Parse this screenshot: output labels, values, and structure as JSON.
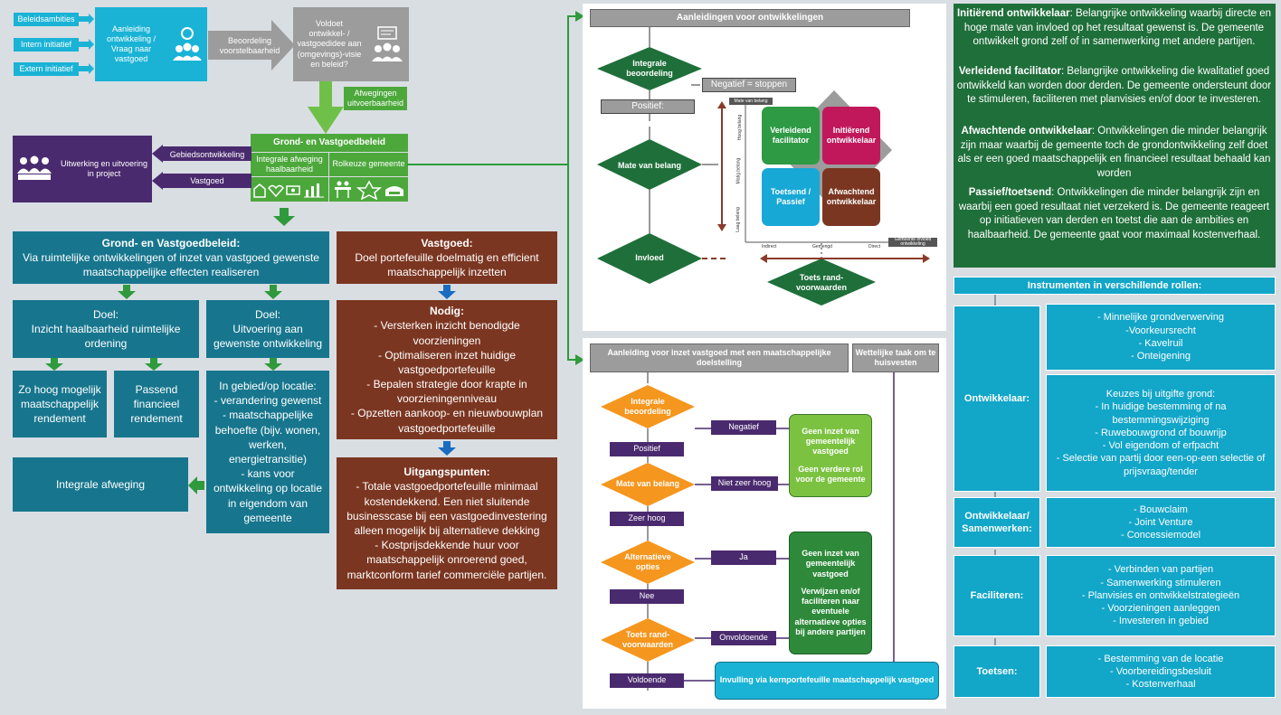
{
  "top_flow": {
    "inputs": [
      "Beleidsambities",
      "Intern initiatief",
      "Extern initiatief"
    ],
    "aanleiding": "Aanleiding ontwikkeling / Vraag naar vastgoed",
    "beoordeling": "Beoordeling voorstelbaarheid",
    "voldoet": "Voldoet ontwikkel- / vastgoedidee aan (omgevings)-visie en beleid?",
    "afwegingen": "Afwegingen uitvoerbaarheid"
  },
  "beleid": {
    "title": "Grond- en Vastgoedbeleid",
    "integrale": "Integrale afweging haalbaarheid",
    "rolkeuze": "Rolkeuze gemeente",
    "gebiedsontwikkeling": "Gebiedsontwikkeling",
    "vastgoed": "Vastgoed",
    "uitwerking": "Uitwerking en uitvoering in project"
  },
  "left_tree": {
    "header": "Grond- en Vastgoedbeleid:",
    "header_text": "Via ruimtelijke ontwikkelingen of inzet van vastgoed gewenste maatschappelijke effecten realiseren",
    "doel1_title": "Doel:",
    "doel1_text": "Inzicht haalbaarheid ruimtelijke ordening",
    "doel2_title": "Doel:",
    "doel2_text": "Uitvoering aan gewenste ontwikkeling",
    "zo_hoog": "Zo hoog mogelijk maatschappelijk rendement",
    "passend": "Passend financieel rendement",
    "integrale": "Integrale afweging",
    "gebied_lines": [
      "In gebied/op locatie:",
      "- verandering gewenst",
      "- maatschappelijke behoefte (bijv. wonen, werken, energietransitie)",
      "- kans voor ontwikkeling op locatie in eigendom van gemeente"
    ]
  },
  "vastgoed_col": {
    "title": "Vastgoed:",
    "text": "Doel portefeuille doelmatig en efficient maatschappelijk inzetten",
    "nodig_title": "Nodig:",
    "nodig_lines": [
      "- Versterken inzicht benodigde voorzieningen",
      "- Optimaliseren inzet huidige vastgoedportefeuille",
      "- Bepalen strategie door krapte in voorzieningenniveau",
      "- Opzetten aankoop- en nieuwbouwplan vastgoedportefeuille"
    ],
    "uitgang_title": "Uitgangspunten:",
    "uitgang_lines": [
      "- Totale vastgoedportefeuille minimaal kostendekkend. Een niet sluitende businesscase bij een vastgoedinvestering alleen mogelijk bij alternatieve dekking",
      "- Kostprijsdekkende huur voor maatschappelijk onroerend goed, marktconform tarief commerciële partijen."
    ]
  },
  "flow1": {
    "title": "Aanleidingen voor ontwikkelingen",
    "integrale": "Integrale beoordeling",
    "negatief": "Negatief = stoppen",
    "positief": "Positief:",
    "mate": "Mate van belang",
    "invloed": "Invloed",
    "toets": "Toets rand-voorwaarden",
    "matrix_y": "Mate van belang",
    "matrix_x": "Gemeente invloed ontwikkeling",
    "y_ticks": [
      "Hoog belang",
      "Matig belang",
      "Laag belang"
    ],
    "x_ticks": [
      "Indirect",
      "Gemengd",
      "Direct"
    ],
    "q1": "Verleidend facilitator",
    "q2": "Initiërend ontwikkelaar",
    "q3": "Toetsend / Passief",
    "q4": "Afwachtend ontwikkelaar"
  },
  "flow2": {
    "title": "Aanleiding voor inzet vastgoed met een maatschappelijke doelstelling",
    "wettelijke": "Wettelijke taak om te huisvesten",
    "integrale": "Integrale beoordeling",
    "negatief": "Negatief",
    "positief": "Positief",
    "mate": "Mate van belang",
    "niet_zeer_hoog": "Niet zeer hoog",
    "zeer_hoog": "Zeer hoog",
    "alternatieve": "Alternatieve opties",
    "ja": "Ja",
    "nee": "Nee",
    "toets": "Toets rand-voorwaarden",
    "onvoldoende": "Onvoldoende",
    "voldoende": "Voldoende",
    "geen1": [
      "Geen inzet van gemeentelijk vastgoed",
      "Geen verdere rol voor de gemeente"
    ],
    "geen2": [
      "Geen inzet van gemeentelijk vastgoed",
      "Verwijzen en/of faciliteren naar eventuele alternatieve opties bij andere partijen"
    ],
    "invulling": "Invulling via kernportefeuille maatschappelijk vastgoed"
  },
  "roles": [
    {
      "name": "Initiërend ontwikkelaar",
      "text": "Belangrijke ontwikkeling waarbij directe en hoge mate van invloed op het resultaat gewenst is. De gemeente ontwikkelt grond zelf of in samenwerking met andere partijen."
    },
    {
      "name": "Verleidend facilitator",
      "text": "Belangrijke ontwikkeling die kwalitatief goed ontwikkeld kan worden door derden. De gemeente ondersteunt door te stimuleren, faciliteren met planvisies en/of door te investeren."
    },
    {
      "name": "Afwachtende ontwikkelaar",
      "text": "Ontwikkelingen die minder belangrijk zijn maar waarbij de gemeente toch de grondontwikkeling zelf doet als er een goed maatschappelijk en financieel resultaat behaald kan worden"
    },
    {
      "name": "Passief/toetsend",
      "text": "Ontwikkelingen die minder belangrijk zijn en waarbij een goed resultaat niet verzekerd is. De gemeente reageert op initiatieven van derden en toetst die aan de ambities en haalbaarheid. De gemeente gaat voor maximaal kostenverhaal."
    }
  ],
  "instrumenten": {
    "title": "Instrumenten in verschillende rollen:",
    "rows": [
      {
        "role": "Ontwikkelaar:",
        "items": [
          "- Minnelijke grondverwerving",
          "-Voorkeursrecht",
          "- Kavelruil",
          "- Onteigening"
        ],
        "items2": [
          "Keuzes bij uitgifte grond:",
          "- In huidige bestemming of na bestemmingswijziging",
          "- Ruwebouwgrond of bouwrijp",
          "- Vol eigendom of erfpacht",
          "- Selectie van partij door een-op-een selectie of prijsvraag/tender"
        ]
      },
      {
        "role": "Ontwikkelaar/ Samenwerken:",
        "items": [
          "- Bouwclaim",
          "- Joint Venture",
          "- Concessiemodel"
        ]
      },
      {
        "role": "Faciliteren:",
        "items": [
          "- Verbinden van partijen",
          "- Samenwerking stimuleren",
          "- Planvisies en ontwikkelstrategieën",
          "- Voorzieningen aanleggen",
          "- Investeren in gebied"
        ]
      },
      {
        "role": "Toetsen:",
        "items": [
          "- Bestemming van de locatie",
          "- Voorbereidingsbesluit",
          "- Kostenverhaal"
        ]
      }
    ]
  },
  "colors": {
    "teal": "#17768e",
    "brown": "#7b3621",
    "green": "#4da83c",
    "darkgreen": "#1f6f3a",
    "purple": "#4a2a6e",
    "orange": "#f5961e",
    "cyan": "#1ab3d6"
  }
}
